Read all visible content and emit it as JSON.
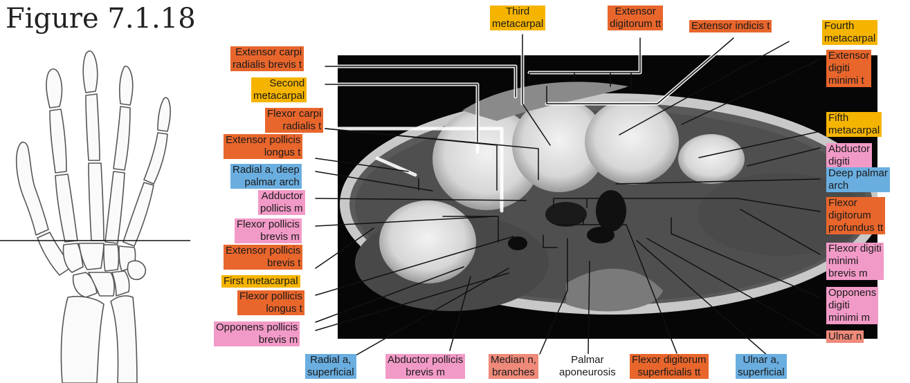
{
  "figure_title": "Figure 7.1.18",
  "colors": {
    "bone": "#f5b400",
    "tendon": "#e8662c",
    "muscle": "#f29ac7",
    "artery": "#6aaee0",
    "nerve": "#ef8a7a",
    "other": "#ffffff"
  },
  "labels": {
    "third_metacarpal": "Third\nmetacarpal",
    "extensor_digitorum_tt": "Extensor\ndigitorum tt",
    "extensor_indicis_t": "Extensor indicis t",
    "fourth_metacarpal": "Fourth\nmetacarpal",
    "ecrb_t": "Extensor carpi\nradialis brevis t",
    "second_metacarpal": "Second\nmetacarpal",
    "fcr_t": "Flexor carpi\nradialis t",
    "epl_t": "Extensor pollicis\nlongus t",
    "radial_a_deep": "Radial a, deep\npalmar arch",
    "adductor_pollicis_m": "Adductor\npollicis m",
    "fpb_m": "Flexor pollicis\nbrevis m",
    "epb_t": "Extensor pollicis\nbrevis t",
    "first_metacarpal": "First metacarpal",
    "fpl_t": "Flexor pollicis\nlongus t",
    "opponens_pollicis_m": "Opponens pollicis\nbrevis m",
    "edm_t": "Extensor\ndigiti\nminimi t",
    "fifth_metacarpal": "Fifth\nmetacarpal",
    "adm_m": "Abductor\ndigiti\nminimi m",
    "deep_palmar_arch": "Deep palmar\narch",
    "fdp_tt": "Flexor\ndigitorum\nprofundus tt",
    "fdm_m": "Flexor digiti\nminimi\nbrevis m",
    "odm_m": "Opponens\ndigiti\nminimi m",
    "ulnar_n": "Ulnar n",
    "radial_a_superficial": "Radial a,\nsuperficial",
    "apb_m": "Abductor pollicis\nbrevis m",
    "median_n": "Median n,\nbranches",
    "palmar_aponeurosis": "Palmar\naponeurosis",
    "fds_tt": "Flexor digitorum\nsuperficialis tt",
    "ulnar_a_superficial": "Ulnar a,\nsuperficial"
  }
}
